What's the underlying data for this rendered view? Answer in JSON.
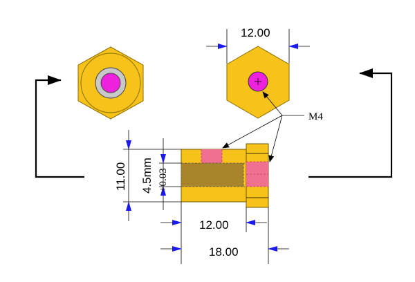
{
  "drawing": {
    "dimensions": {
      "top_hex_width": "12.00",
      "height": "11.00",
      "bore_depth": "4.5mm",
      "bore_tolerance": "+0.03",
      "shank_length": "12.00",
      "total_length": "18.00"
    },
    "thread_callout": "M4",
    "colors": {
      "body": "#f7c21a",
      "bore": "#ee22dd",
      "thread_section": "#f07090",
      "cavity": "#a8852a",
      "arrow": "#1a1aee"
    }
  }
}
